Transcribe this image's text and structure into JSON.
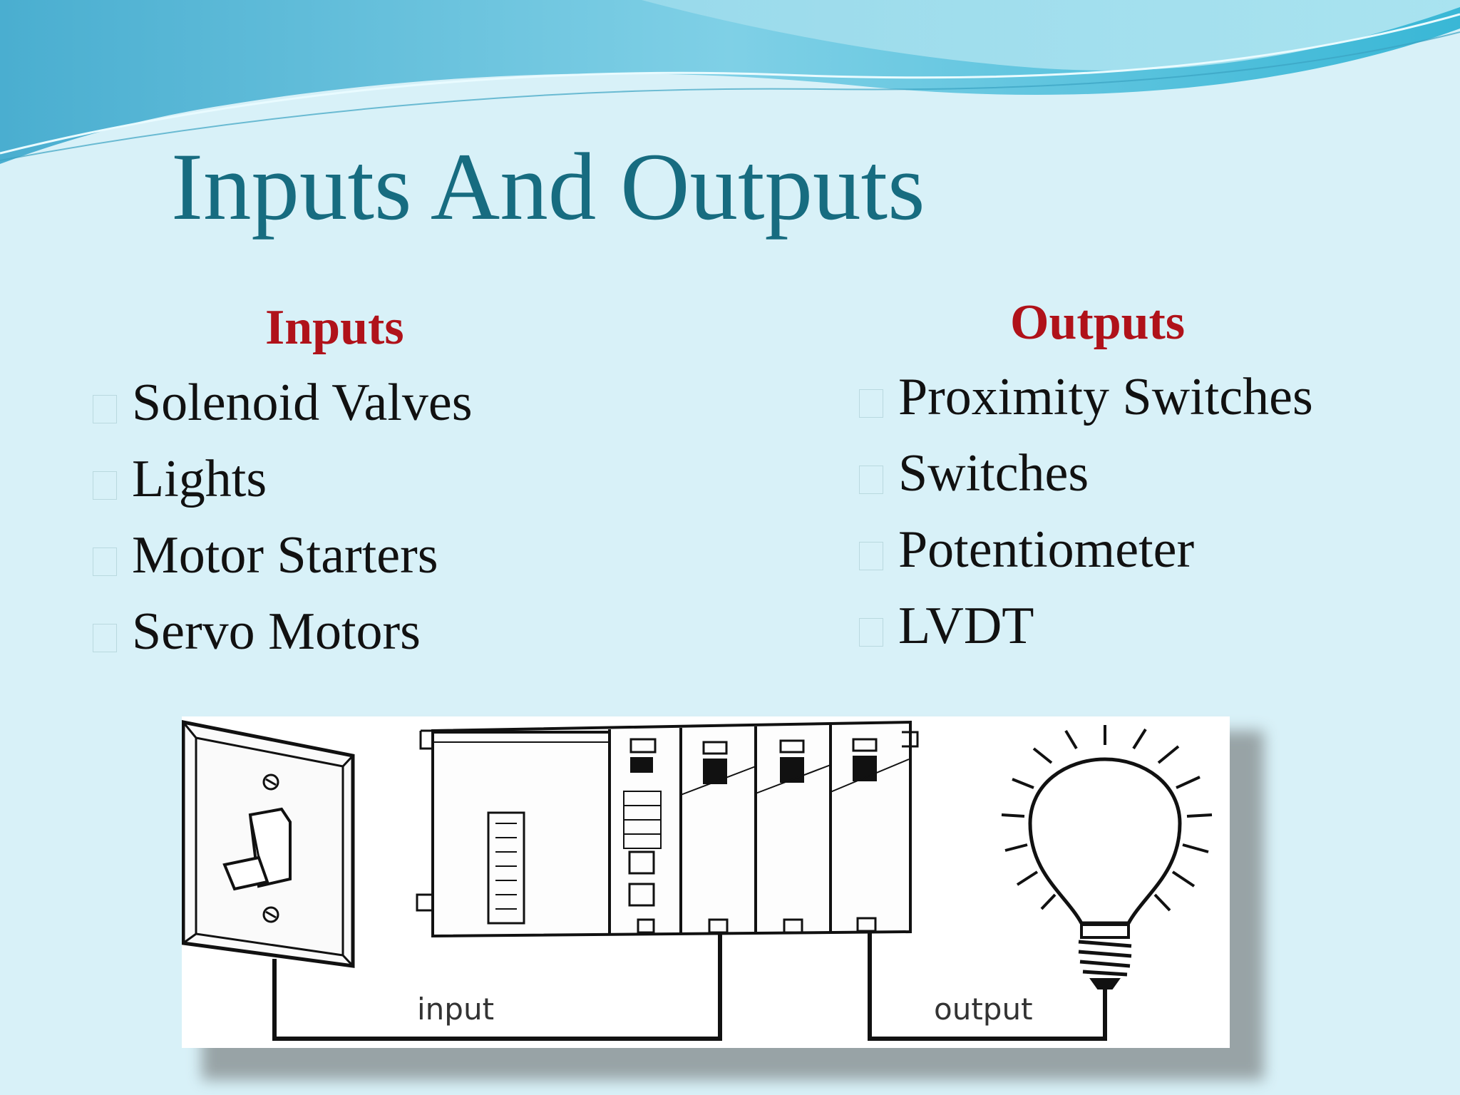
{
  "slide": {
    "title": "Inputs And Outputs",
    "colors": {
      "background": "#d8f1f8",
      "title": "#176c80",
      "heading": "#b0121a",
      "wave_dark": "#5bbfd8",
      "wave_light": "#a6e2ee"
    }
  },
  "inputs": {
    "heading": "Inputs",
    "items": [
      {
        "label": "Solenoid  Valves",
        "bullet_icon": "empty-square-bullet"
      },
      {
        "label": "Lights",
        "bullet_icon": "empty-square-bullet"
      },
      {
        "label": "Motor Starters",
        "bullet_icon": "empty-square-bullet"
      },
      {
        "label": "Servo Motors",
        "bullet_icon": "empty-square-bullet"
      }
    ]
  },
  "outputs": {
    "heading": "Outputs",
    "items": [
      {
        "label": "Proximity Switches",
        "bullet_icon": "empty-square-bullet"
      },
      {
        "label": "Switches",
        "bullet_icon": "empty-square-bullet"
      },
      {
        "label": "Potentiometer",
        "bullet_icon": "empty-square-bullet"
      },
      {
        "label": "LVDT",
        "bullet_icon": "empty-square-bullet"
      }
    ]
  },
  "diagram": {
    "input_label": "input",
    "output_label": "output",
    "icons": [
      "wall-switch-icon",
      "plc-rack-icon",
      "light-bulb-icon"
    ]
  }
}
